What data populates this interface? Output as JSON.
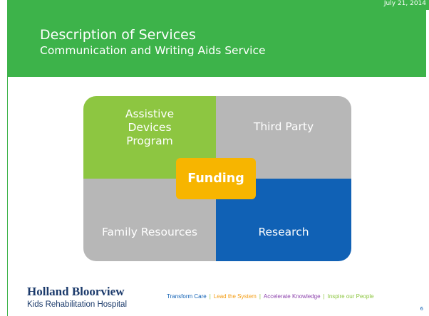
{
  "slide": {
    "date": "July 21, 2014",
    "title": "Description of Services",
    "subtitle": "Communication and Writing Aids Service",
    "page_number": "6"
  },
  "matrix": {
    "top_left": "Assistive Devices Program",
    "top_right": "Third Party",
    "bottom_left": "Family Resources",
    "bottom_right": "Research",
    "center": "Funding"
  },
  "footer": {
    "logo_name": "Holland Bloorview",
    "logo_subtitle": "Kids Rehabilitation Hospital",
    "tagline": [
      {
        "text": "Transform Care",
        "color": "#1061b5"
      },
      {
        "text": "Lead the System",
        "color": "#f39c12"
      },
      {
        "text": "Accelerate Knowledge",
        "color": "#8e44ad"
      },
      {
        "text": "Inspire our People",
        "color": "#8dc641"
      }
    ]
  },
  "colors": {
    "header_green": "#3db34a",
    "lime": "#8dc641",
    "grey": "#b7b7b7",
    "blue": "#1061b5",
    "gold": "#f7b500"
  }
}
